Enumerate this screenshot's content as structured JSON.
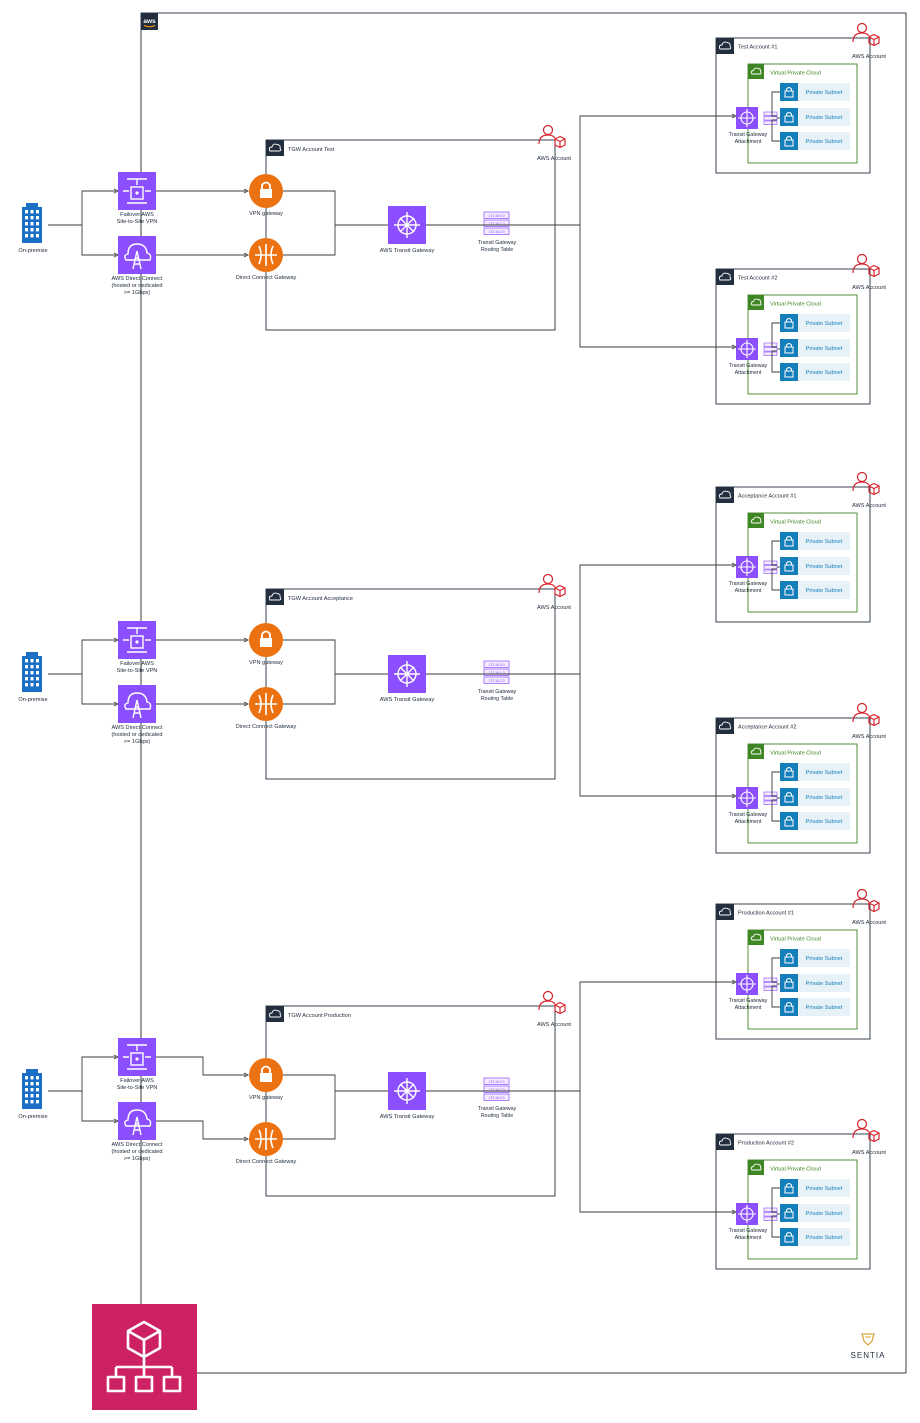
{
  "labels": {
    "on_premise": "On-premise",
    "vpn": "Failover AWS\nSite-to-Site VPN",
    "direct_connect": "AWS Direct Connect\n(hosted or dedicated\n>= 1Gbps)",
    "vpn_gateway": "VPN gateway",
    "dc_gateway": "Direct Connect Gateway",
    "transit_gateway": "AWS Transit Gateway",
    "routing_table": "Transit Gateway\nRouting Table",
    "aws_account": "AWS Account",
    "vpc": "Virtual Private Cloud",
    "private_subnet": "Private Subnet",
    "tgw_attachment": "Transit Gateway\nAttachment",
    "route_entries": [
      "172.16.0.0",
      "172.16.1.0",
      "172.16.2.0"
    ]
  },
  "aws_logo": "aws",
  "brand": "SENTIA",
  "environments": [
    {
      "name": "test",
      "tgw_account": "TGW Account Test",
      "accounts": [
        "Test Account #1",
        "Test Account #2"
      ]
    },
    {
      "name": "acceptance",
      "tgw_account": "TGW Account Acceptance",
      "accounts": [
        "Acceptance Account #1",
        "Acceptance Account #2"
      ]
    },
    {
      "name": "production",
      "tgw_account": "TGW Account Production",
      "accounts": [
        "Production Account #1",
        "Production Account #2"
      ]
    }
  ],
  "colors": {
    "purple": "#8c4fff",
    "purple_dark": "#6b3fd1",
    "orange": "#ec7211",
    "green": "#3f8624",
    "blue_subnet": "#147eba",
    "subnet_bg": "#e6f2f8",
    "red_account": "#d6242d",
    "magenta": "#cc2264",
    "building_blue": "#1a6fc4",
    "gold": "#d9a33a"
  }
}
